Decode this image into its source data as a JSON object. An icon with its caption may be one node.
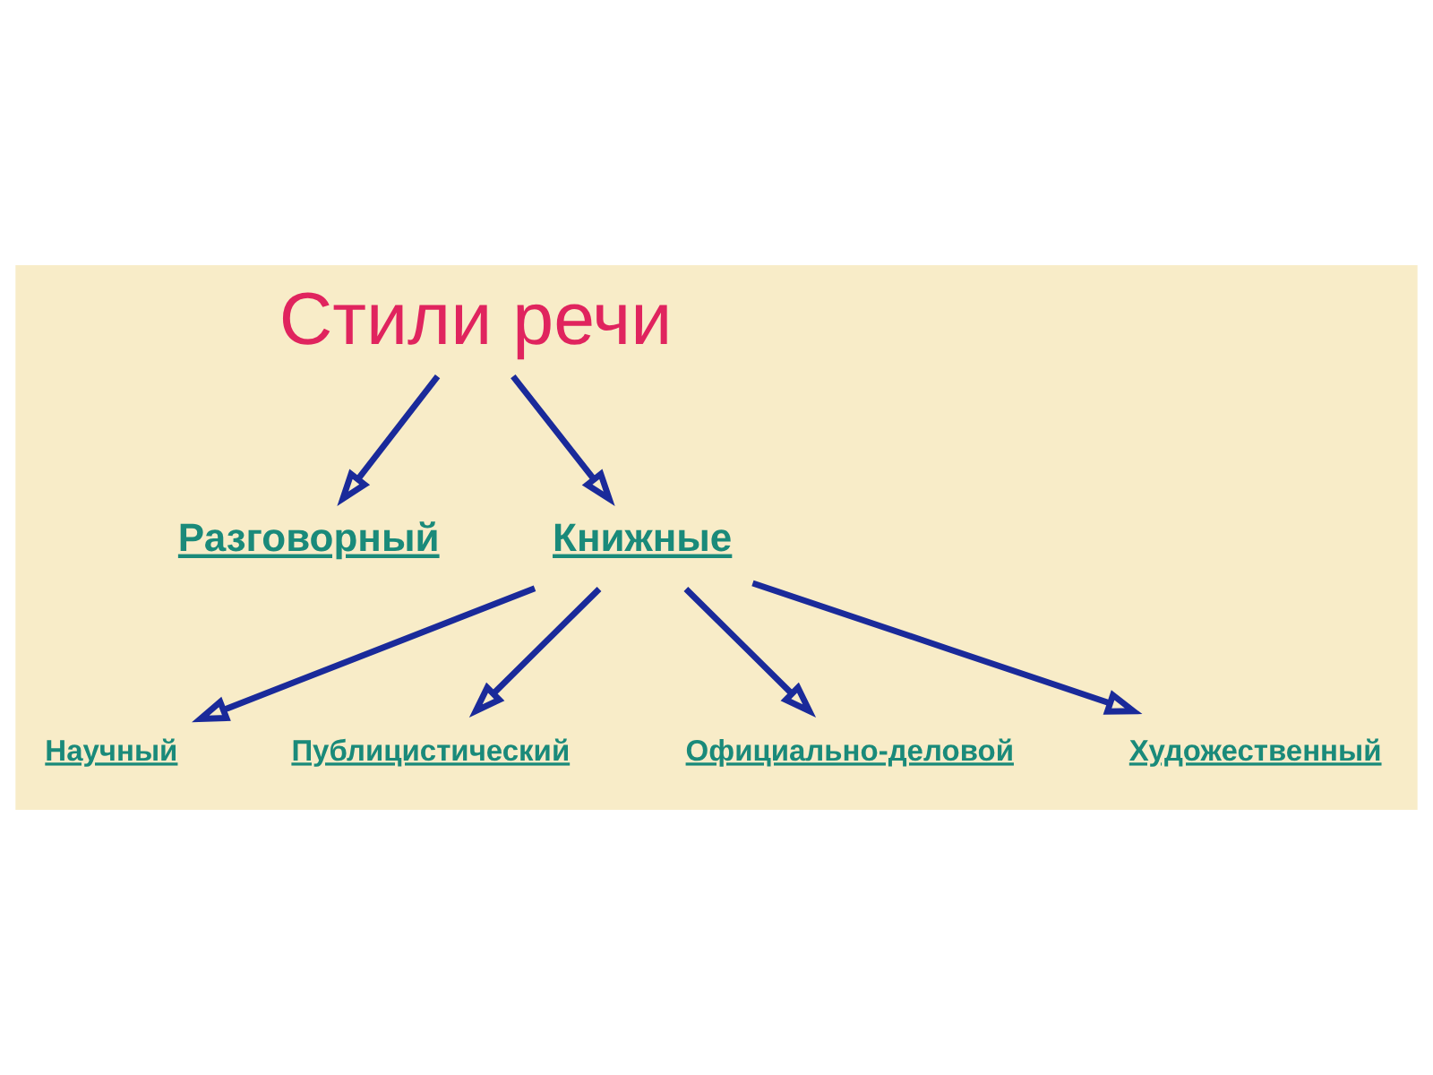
{
  "diagram": {
    "nodes": [
      {
        "text": [
          "Стили речи"
        ]
      },
      {
        "text": [
          "Разговорный"
        ]
      },
      {
        "text": [
          "Книжные"
        ]
      },
      {
        "text": [
          "Научный"
        ]
      },
      {
        "text": [
          "Публицистический"
        ]
      },
      {
        "text": [
          "Официально-деловой"
        ]
      },
      {
        "text": [
          "Художественный"
        ]
      }
    ],
    "edges": [
      {
        "from": 0,
        "to": 1,
        "arrow": "to"
      },
      {
        "from": 0,
        "to": 2,
        "arrow": "to"
      },
      {
        "from": 2,
        "to": 3,
        "arrow": "to"
      },
      {
        "from": 2,
        "to": 4,
        "arrow": "to"
      },
      {
        "from": 2,
        "to": 5,
        "arrow": "to"
      },
      {
        "from": 2,
        "to": 6,
        "arrow": "to"
      }
    ]
  }
}
